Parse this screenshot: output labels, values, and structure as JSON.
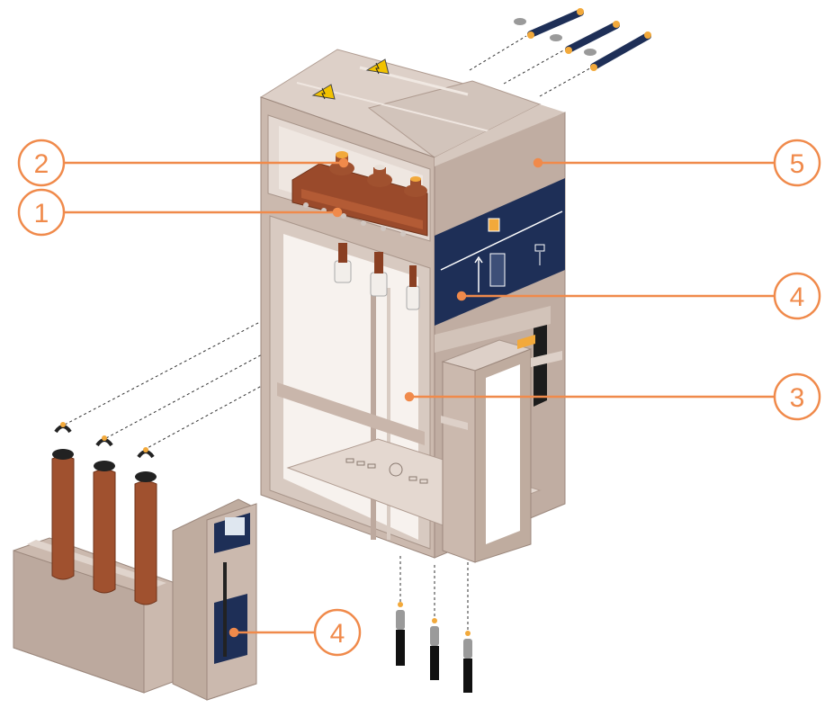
{
  "callouts": [
    {
      "label": "1"
    },
    {
      "label": "2"
    },
    {
      "label": "3"
    },
    {
      "label": "4"
    },
    {
      "label": "4"
    },
    {
      "label": "5"
    }
  ],
  "colors": {
    "callout": "#f08a4b",
    "cabinet": "#cbb9ae",
    "cabinet_dark": "#b09c91",
    "cabinet_light": "#ddd0c8",
    "navy": "#1e2f57",
    "copper": "#a0512f",
    "copper_dark": "#7a3a20",
    "warning": "#f2c200"
  },
  "icons": [
    "warning-sign-icon",
    "busbar-icon",
    "bushing-icon",
    "cable-plug-icon",
    "vacuum-interrupter-icon"
  ]
}
